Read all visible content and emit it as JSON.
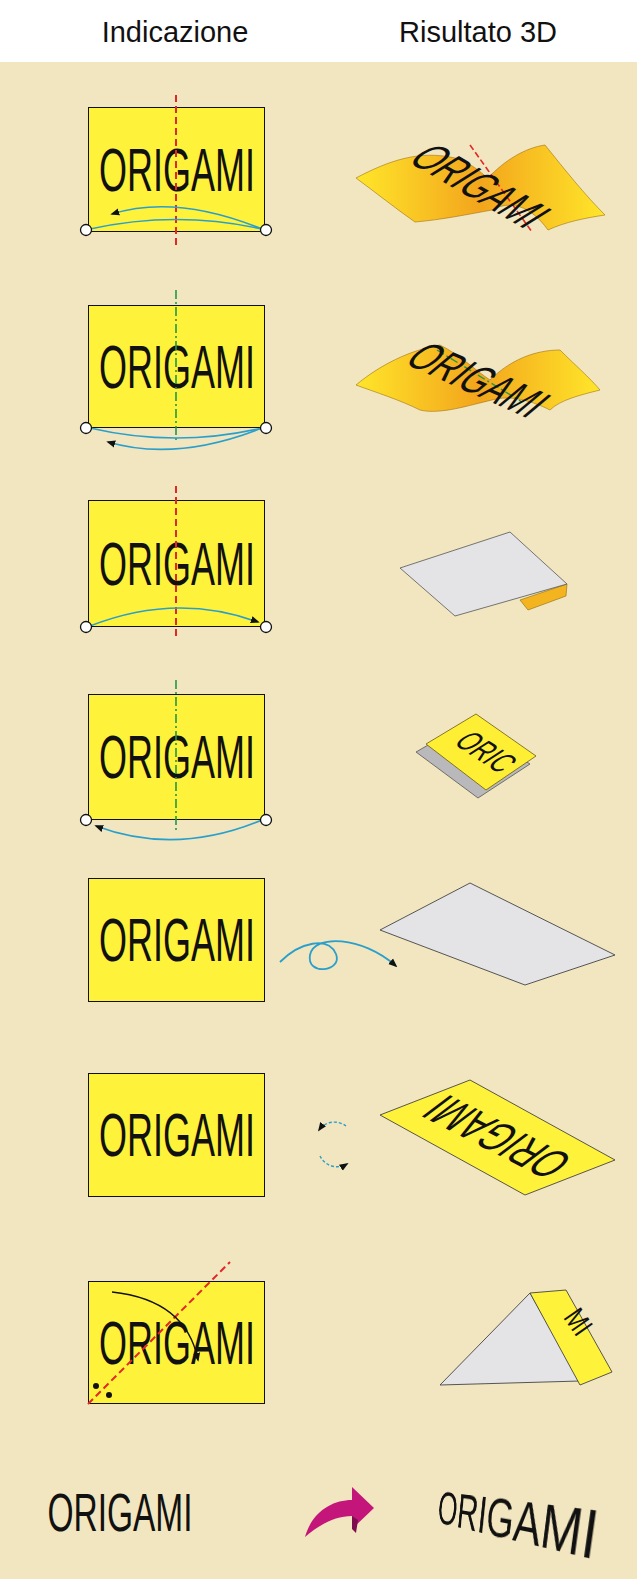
{
  "diagram": {
    "nodes": [
      {
        "text": [
          "ORIGAMI"
        ]
      },
      {
        "text": [
          "ORIGAMI"
        ]
      },
      {
        "text": [
          "ORIGAMI"
        ]
      },
      {
        "text": [
          "ORIGAMI"
        ]
      },
      {
        "text": [
          "ORIGAMI"
        ]
      },
      {
        "text": [
          "ORIGAMI"
        ]
      },
      {
        "text": [
          "ORIGAMI"
        ]
      }
    ],
    "labels": [
      "Indicazione",
      "Risultato 3D",
      "ORIGAMI",
      "ORIGAMI",
      "ORIC",
      "ORIGAMI",
      "MI",
      "ORIGAMI",
      "ORIGAMI"
    ]
  }
}
